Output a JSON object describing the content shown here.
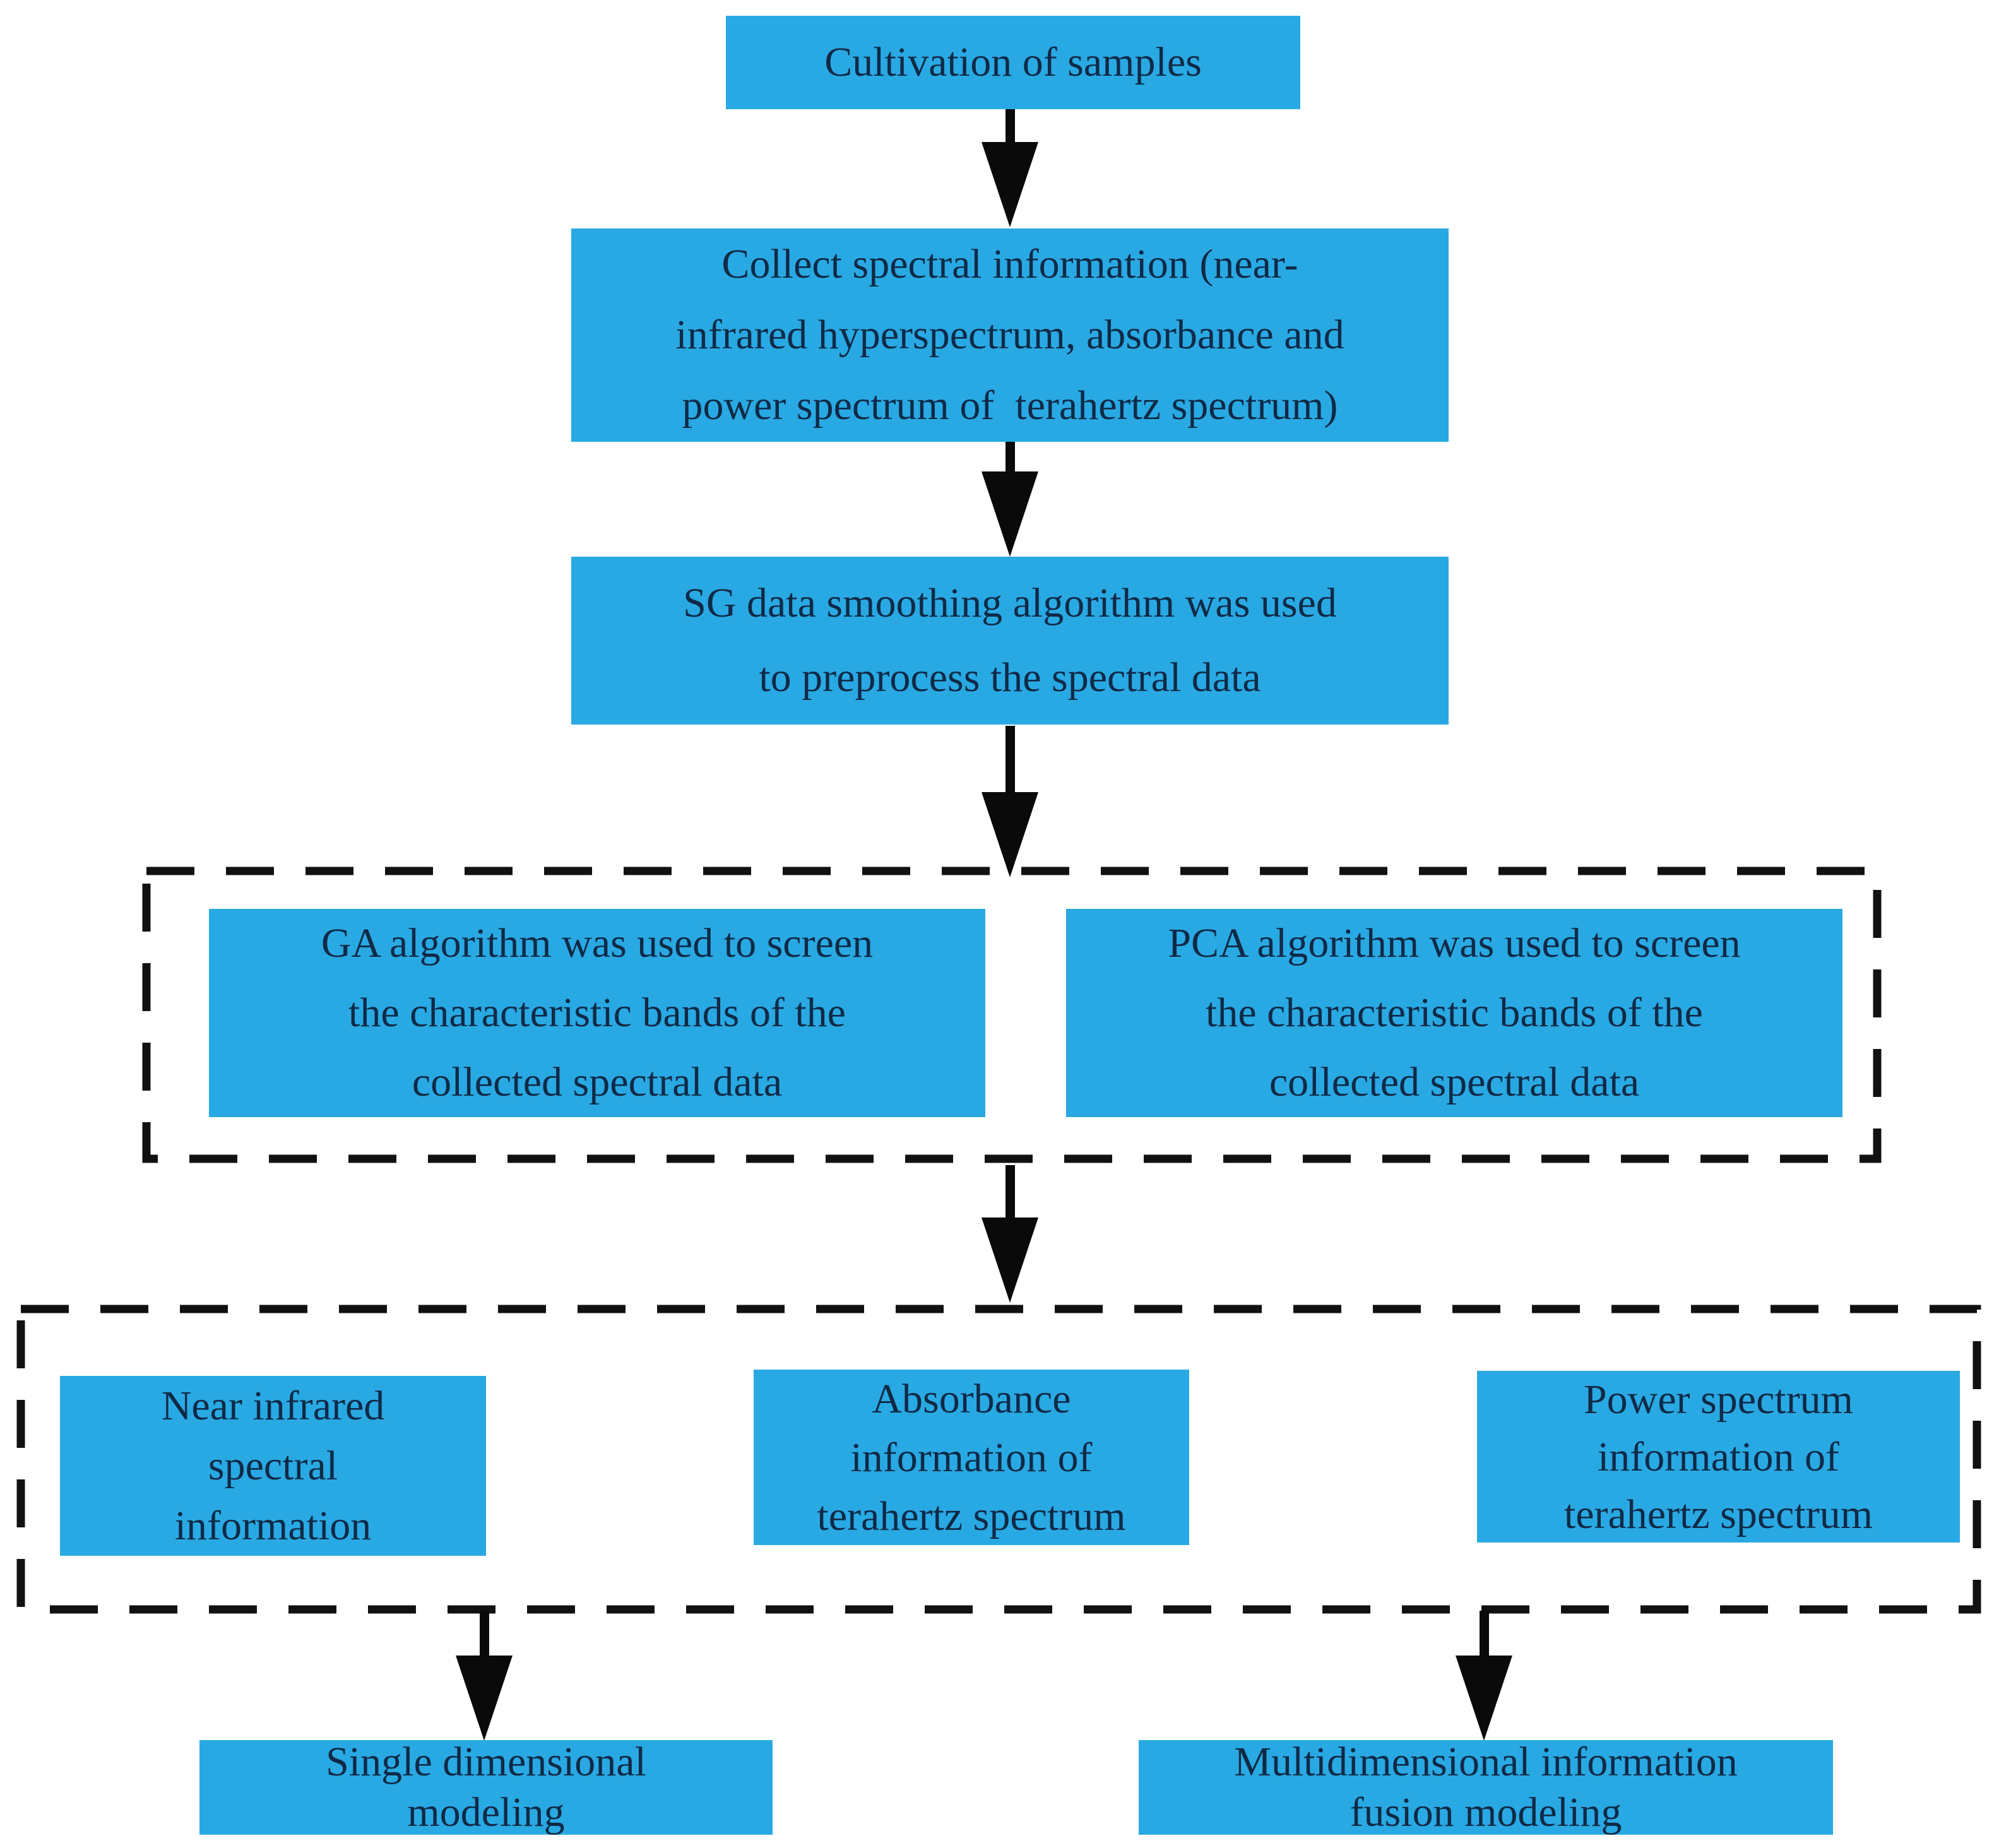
{
  "flowchart": {
    "boxes": {
      "cultivation": {
        "lines": [
          "Cultivation of samples"
        ]
      },
      "collect": {
        "lines": [
          "Collect spectral information (near-",
          "infrared hyperspectrum, absorbance and",
          "power spectrum of  terahertz spectrum)"
        ]
      },
      "sg_smoothing": {
        "lines": [
          "SG data smoothing algorithm was used",
          "to preprocess the spectral data"
        ]
      },
      "ga_screen": {
        "lines": [
          "GA algorithm was used to screen",
          "the characteristic bands of the",
          "collected spectral data"
        ]
      },
      "pca_screen": {
        "lines": [
          "PCA algorithm was used to screen",
          "the characteristic bands of the",
          "collected spectral data"
        ]
      },
      "near_infrared": {
        "lines": [
          "Near infrared",
          "spectral",
          "information"
        ]
      },
      "absorbance": {
        "lines": [
          "Absorbance",
          "information of",
          "terahertz spectrum"
        ]
      },
      "power_spectrum": {
        "lines": [
          "Power spectrum",
          "information of",
          "terahertz spectrum"
        ]
      },
      "single_modeling": {
        "lines": [
          "Single dimensional",
          "modeling"
        ]
      },
      "multi_modeling": {
        "lines": [
          "Multidimensional information",
          "fusion modeling"
        ]
      }
    },
    "colors": {
      "box_fill": "#29a9e3",
      "box_text": "#102a46",
      "arrow": "#0a0a0a",
      "dash_border": "#111111",
      "background": "#ffffff"
    }
  }
}
